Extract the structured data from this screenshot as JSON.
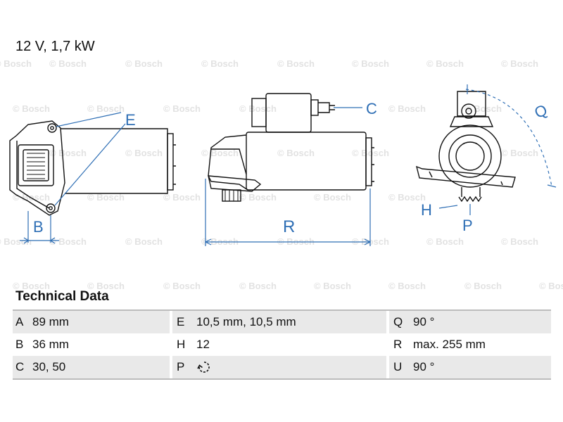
{
  "header": {
    "spec": "12 V, 1,7 kW"
  },
  "watermark": {
    "text": "© Bosch"
  },
  "drawing": {
    "labels": {
      "E": "E",
      "B": "B",
      "C": "C",
      "R": "R",
      "Q": "Q",
      "H": "H",
      "P": "P"
    }
  },
  "technical_data": {
    "title": "Technical Data",
    "rows": [
      [
        {
          "key": "A",
          "value": "89 mm"
        },
        {
          "key": "E",
          "value": "10,5 mm, 10,5 mm"
        },
        {
          "key": "Q",
          "value": "90 °"
        }
      ],
      [
        {
          "key": "B",
          "value": "36 mm"
        },
        {
          "key": "H",
          "value": "12"
        },
        {
          "key": "R",
          "value": "max. 255 mm"
        }
      ],
      [
        {
          "key": "C",
          "value": "30, 50"
        },
        {
          "key": "P",
          "value": "",
          "icon": "rotation-direction-icon"
        },
        {
          "key": "U",
          "value": "90 °"
        }
      ]
    ]
  },
  "colors": {
    "line_blue": "#2f6fb5",
    "drawing_black": "#111111",
    "row_shade": "#e9e9e9"
  }
}
